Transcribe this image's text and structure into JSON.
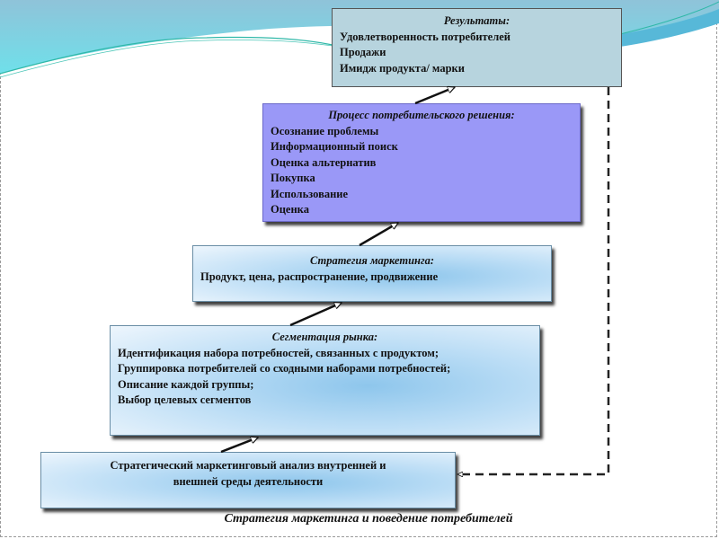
{
  "boxes": {
    "results": {
      "title": "Результаты:",
      "lines": [
        "Удовлетворенность потребителей",
        "Продажи",
        "Имидж продукта/ марки"
      ]
    },
    "process": {
      "title": "Процесс потребительского решения:",
      "lines": [
        "Осознание проблемы",
        "Информационный поиск",
        "Оценка альтернатив",
        "Покупка",
        "Использование",
        "Оценка"
      ]
    },
    "strategy": {
      "title": "Стратегия маркетинга:",
      "lines": [
        "Продукт, цена, распространение, продвижение"
      ]
    },
    "segmentation": {
      "title": "Сегментация рынка:",
      "lines": [
        "Идентификация набора потребностей, связанных с продуктом;",
        "Группировка потребителей со сходными наборами потребностей;",
        "Описание каждой группы;",
        "Выбор целевых сегментов"
      ]
    },
    "analysis": {
      "lines": [
        "Стратегический маркетинговый анализ внутренней и",
        "внешней среды деятельности"
      ]
    }
  },
  "caption": "Стратегия маркетинга и поведение потребителей",
  "colors": {
    "results_fill": "#b7d4de",
    "process_fill": "#9a98f7",
    "gradient_center": "#8ec6ec",
    "wave": "#7fc9df",
    "arrow": "#111111"
  }
}
